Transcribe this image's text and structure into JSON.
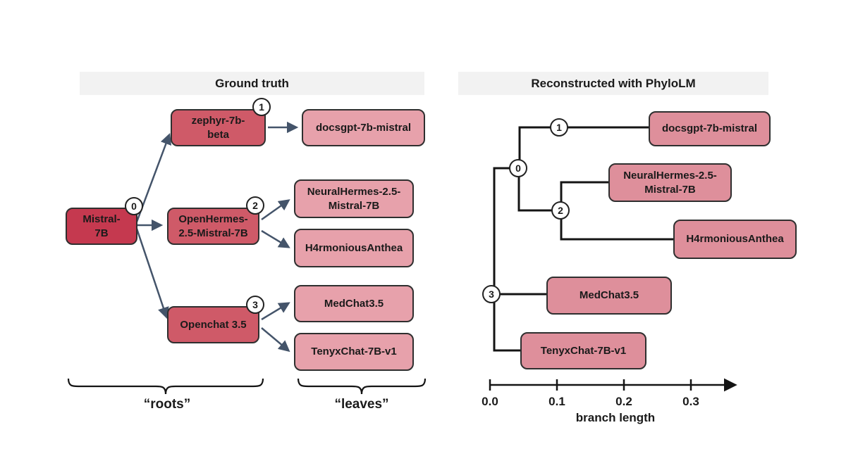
{
  "left_panel": {
    "title": "Ground truth",
    "root": {
      "label": "Mistral-\n7B",
      "node_id": "0"
    },
    "intermediates": [
      {
        "label": "zephyr-7b-\nbeta",
        "node_id": "1"
      },
      {
        "label": "OpenHermes-\n2.5-Mistral-7B",
        "node_id": "2"
      },
      {
        "label": "Openchat 3.5",
        "node_id": "3"
      }
    ],
    "leaves": [
      {
        "label": "docsgpt-7b-mistral"
      },
      {
        "label": "NeuralHermes-2.5-\nMistral-7B"
      },
      {
        "label": "H4rmoniousAnthea"
      },
      {
        "label": "MedChat3.5"
      },
      {
        "label": "TenyxChat-7B-v1"
      }
    ],
    "annotations": {
      "roots": "“roots”",
      "leaves": "“leaves”"
    }
  },
  "right_panel": {
    "title": "Reconstructed with PhyloLM",
    "nodes": {
      "n0": "0",
      "n1": "1",
      "n2": "2",
      "n3": "3"
    },
    "leaves": [
      {
        "label": "docsgpt-7b-mistral"
      },
      {
        "label": "NeuralHermes-2.5-\nMistral-7B"
      },
      {
        "label": "H4rmoniousAnthea"
      },
      {
        "label": "MedChat3.5"
      },
      {
        "label": "TenyxChat-7B-v1"
      }
    ],
    "axis": {
      "ticks": [
        "0.0",
        "0.1",
        "0.2",
        "0.3"
      ],
      "label": "branch length"
    }
  },
  "colors": {
    "header_bg": "#f2f2f2",
    "root_fill": "#c5394f",
    "mid_fill": "#cf5a68",
    "left_leaf_fill": "#e7a1ab",
    "right_leaf_fill": "#de8f9b",
    "box_border": "#2f2f2f",
    "arrow": "#44546a",
    "tree_line": "#141414",
    "text": "#1a1a1a"
  }
}
